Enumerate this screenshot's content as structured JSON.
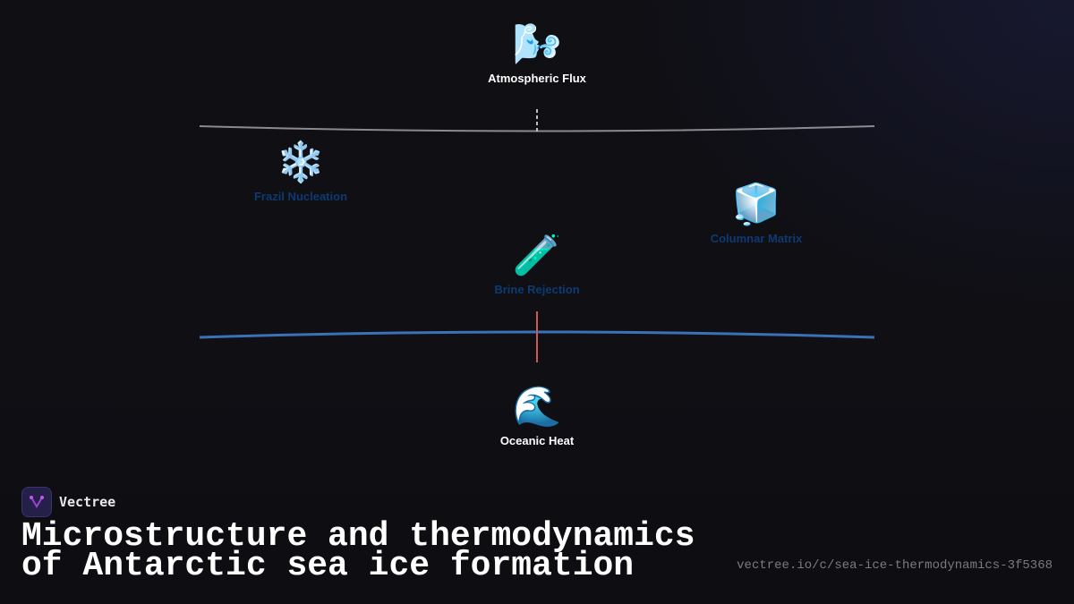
{
  "diagram": {
    "nodes": [
      {
        "id": "atmospheric-flux",
        "icon": "🌬️",
        "icon_name": "wind-face-icon",
        "label": "Atmospheric Flux"
      },
      {
        "id": "frazil-nucleation",
        "icon": "❄️",
        "icon_name": "snowflake-icon",
        "label": "Frazil Nucleation"
      },
      {
        "id": "columnar-matrix",
        "icon": "🧊",
        "icon_name": "ice-cube-icon",
        "label": "Columnar Matrix"
      },
      {
        "id": "brine-rejection",
        "icon": "🧪",
        "icon_name": "test-tube-icon",
        "label": "Brine Rejection"
      },
      {
        "id": "oceanic-heat",
        "icon": "🌊",
        "icon_name": "wave-icon",
        "label": "Oceanic Heat"
      }
    ],
    "boundaries": [
      {
        "name": "air-ice-interface",
        "color": "#8a8a90"
      },
      {
        "name": "ice-ocean-interface",
        "color": "#3a72b8"
      }
    ],
    "connectors": [
      {
        "name": "atmosphere-to-ice-dashed",
        "color": "#bdbdbd",
        "style": "dashed"
      },
      {
        "name": "ocean-to-ice-solid",
        "color": "#c85a5a",
        "style": "solid"
      }
    ]
  },
  "footer": {
    "brand": "Vectree",
    "title": "Microstructure and thermodynamics of Antarctic sea ice formation",
    "url": "vectree.io/c/sea-ice-thermodynamics-3f5368"
  }
}
